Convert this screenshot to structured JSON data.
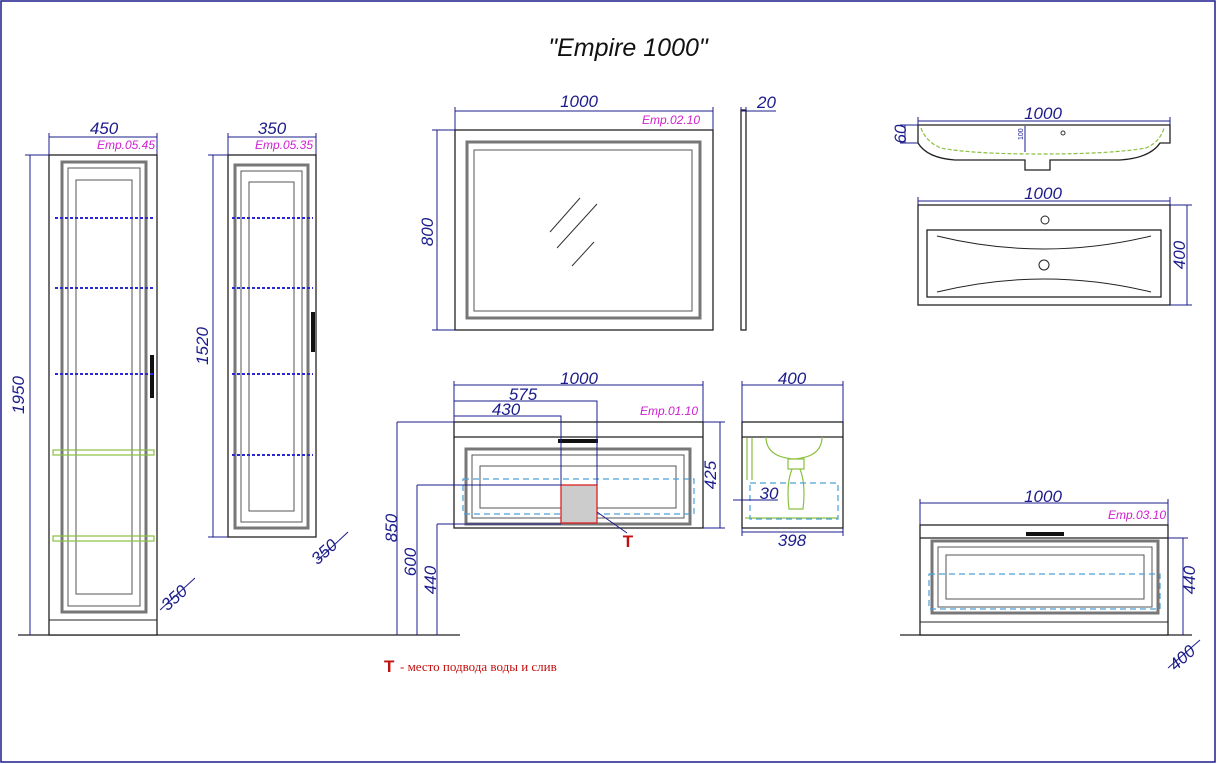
{
  "title": "\"Empire 1000\"",
  "tall_cabinet_450": {
    "code": "Emp.05.45",
    "width": "450",
    "height": "1950",
    "depth": "350"
  },
  "tall_cabinet_350": {
    "code": "Emp.05.35",
    "width": "350",
    "height": "1520",
    "depth": "350"
  },
  "mirror": {
    "code": "Emp.02.10",
    "width": "1000",
    "height": "800",
    "thickness": "20"
  },
  "sink": {
    "side_width": "1000",
    "side_height": "60",
    "small_note": "100",
    "top_width": "1000",
    "top_depth": "400"
  },
  "vanity": {
    "code": "Emp.01.10",
    "width": "1000",
    "offset_575": "575",
    "offset_430": "430",
    "height": "425",
    "mount_850": "850",
    "mount_600": "600",
    "mount_440": "440",
    "marker": "T",
    "side_depth": "400",
    "side_bottom": "398",
    "side_offset": "30"
  },
  "floor_vanity": {
    "code": "Emp.03.10",
    "width": "1000",
    "height": "440",
    "depth": "400"
  },
  "legend": {
    "marker": "T",
    "text": "- место подвода воды и слив"
  },
  "colors": {
    "dimension": "#1c1c8c",
    "code": "#d020d0",
    "marker": "#c01010"
  }
}
